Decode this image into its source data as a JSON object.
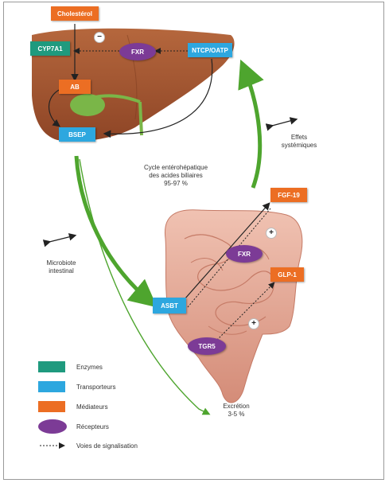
{
  "boxes": {
    "cholesterol": "Cholestérol",
    "cyp7a1": "CYP7A1",
    "fxr_liver": "FXR",
    "ntcp": "NTCP/OATP",
    "ab": "AB",
    "bsep": "BSEP",
    "fgf19": "FGF-19",
    "fxr_gut": "FXR",
    "glp1": "GLP-1",
    "asbt": "ASBT",
    "tgr5": "TGR5"
  },
  "signs": {
    "minus": "−",
    "plus1": "+",
    "plus2": "+"
  },
  "labels": {
    "cycle_1": "Cycle entérohépatique",
    "cycle_2": "des acides biliaires",
    "cycle_3": "95-97 %",
    "effets_1": "Effets",
    "effets_2": "systémiques",
    "microbiote_1": "Microbiote",
    "microbiote_2": "intestinal",
    "excretion_1": "Excrétion",
    "excretion_2": "3-5 %"
  },
  "legend": {
    "enzymes": "Enzymes",
    "transporteurs": "Transporteurs",
    "mediateurs": "Médiateurs",
    "recepteurs": "Récepteurs",
    "voies": "Voies de signalisation"
  },
  "colors": {
    "mediator": "#ec6e23",
    "transporter": "#2da7df",
    "enzyme": "#1f9a7e",
    "receptor": "#7c3b96",
    "liver": "#a0522d",
    "intestine": "#e4a896",
    "arrow_green": "#4ea52e"
  }
}
